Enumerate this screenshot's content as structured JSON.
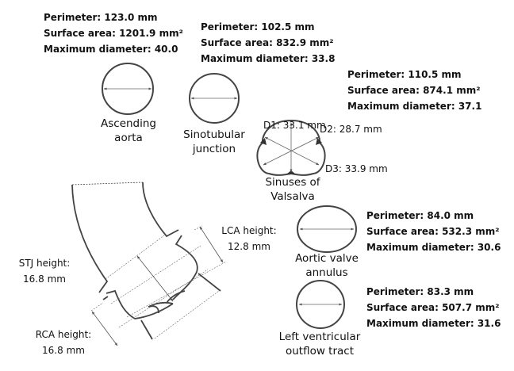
{
  "ascending_aorta": {
    "label": [
      "Ascending",
      "aorta"
    ],
    "perimeter": "Perimeter: 123.0 mm",
    "surface_area": "Surface area: 1201.9 mm²",
    "max_diameter": "Maximum diameter: 40.0"
  },
  "sinotubular_junction": {
    "label": [
      "Sinotubular",
      "junction"
    ],
    "perimeter": "Perimeter: 102.5 mm",
    "surface_area": "Surface area: 832.9 mm²",
    "max_diameter": "Maximum diameter: 33.8"
  },
  "sinuses_of_valsalva": {
    "label": [
      "Sinuses of",
      "Valsalva"
    ],
    "perimeter": "Perimeter: 110.5 mm",
    "surface_area": "Surface area: 874.1 mm²",
    "max_diameter": "Maximum diameter: 37.1",
    "d1": "D1: 33.1 mm",
    "d2": "D2: 28.7 mm",
    "d3": "D3: 33.9 mm"
  },
  "aortic_valve_annulus": {
    "label": [
      "Aortic valve",
      "annulus"
    ],
    "perimeter": "Perimeter: 84.0 mm",
    "surface_area": "Surface area: 532.3 mm²",
    "max_diameter": "Maximum diameter:  30.6"
  },
  "lvot": {
    "label": [
      "Left ventricular",
      "outflow tract"
    ],
    "perimeter": "Perimeter: 83.3 mm",
    "surface_area": "Surface area: 507.7 mm²",
    "max_diameter": "Maximum  diameter:  31.6"
  },
  "heights": {
    "lca": [
      "LCA height:",
      "12.8 mm"
    ],
    "stj": [
      "STJ height:",
      "16.8 mm"
    ],
    "rca": [
      "RCA height:",
      "16.8 mm"
    ]
  }
}
